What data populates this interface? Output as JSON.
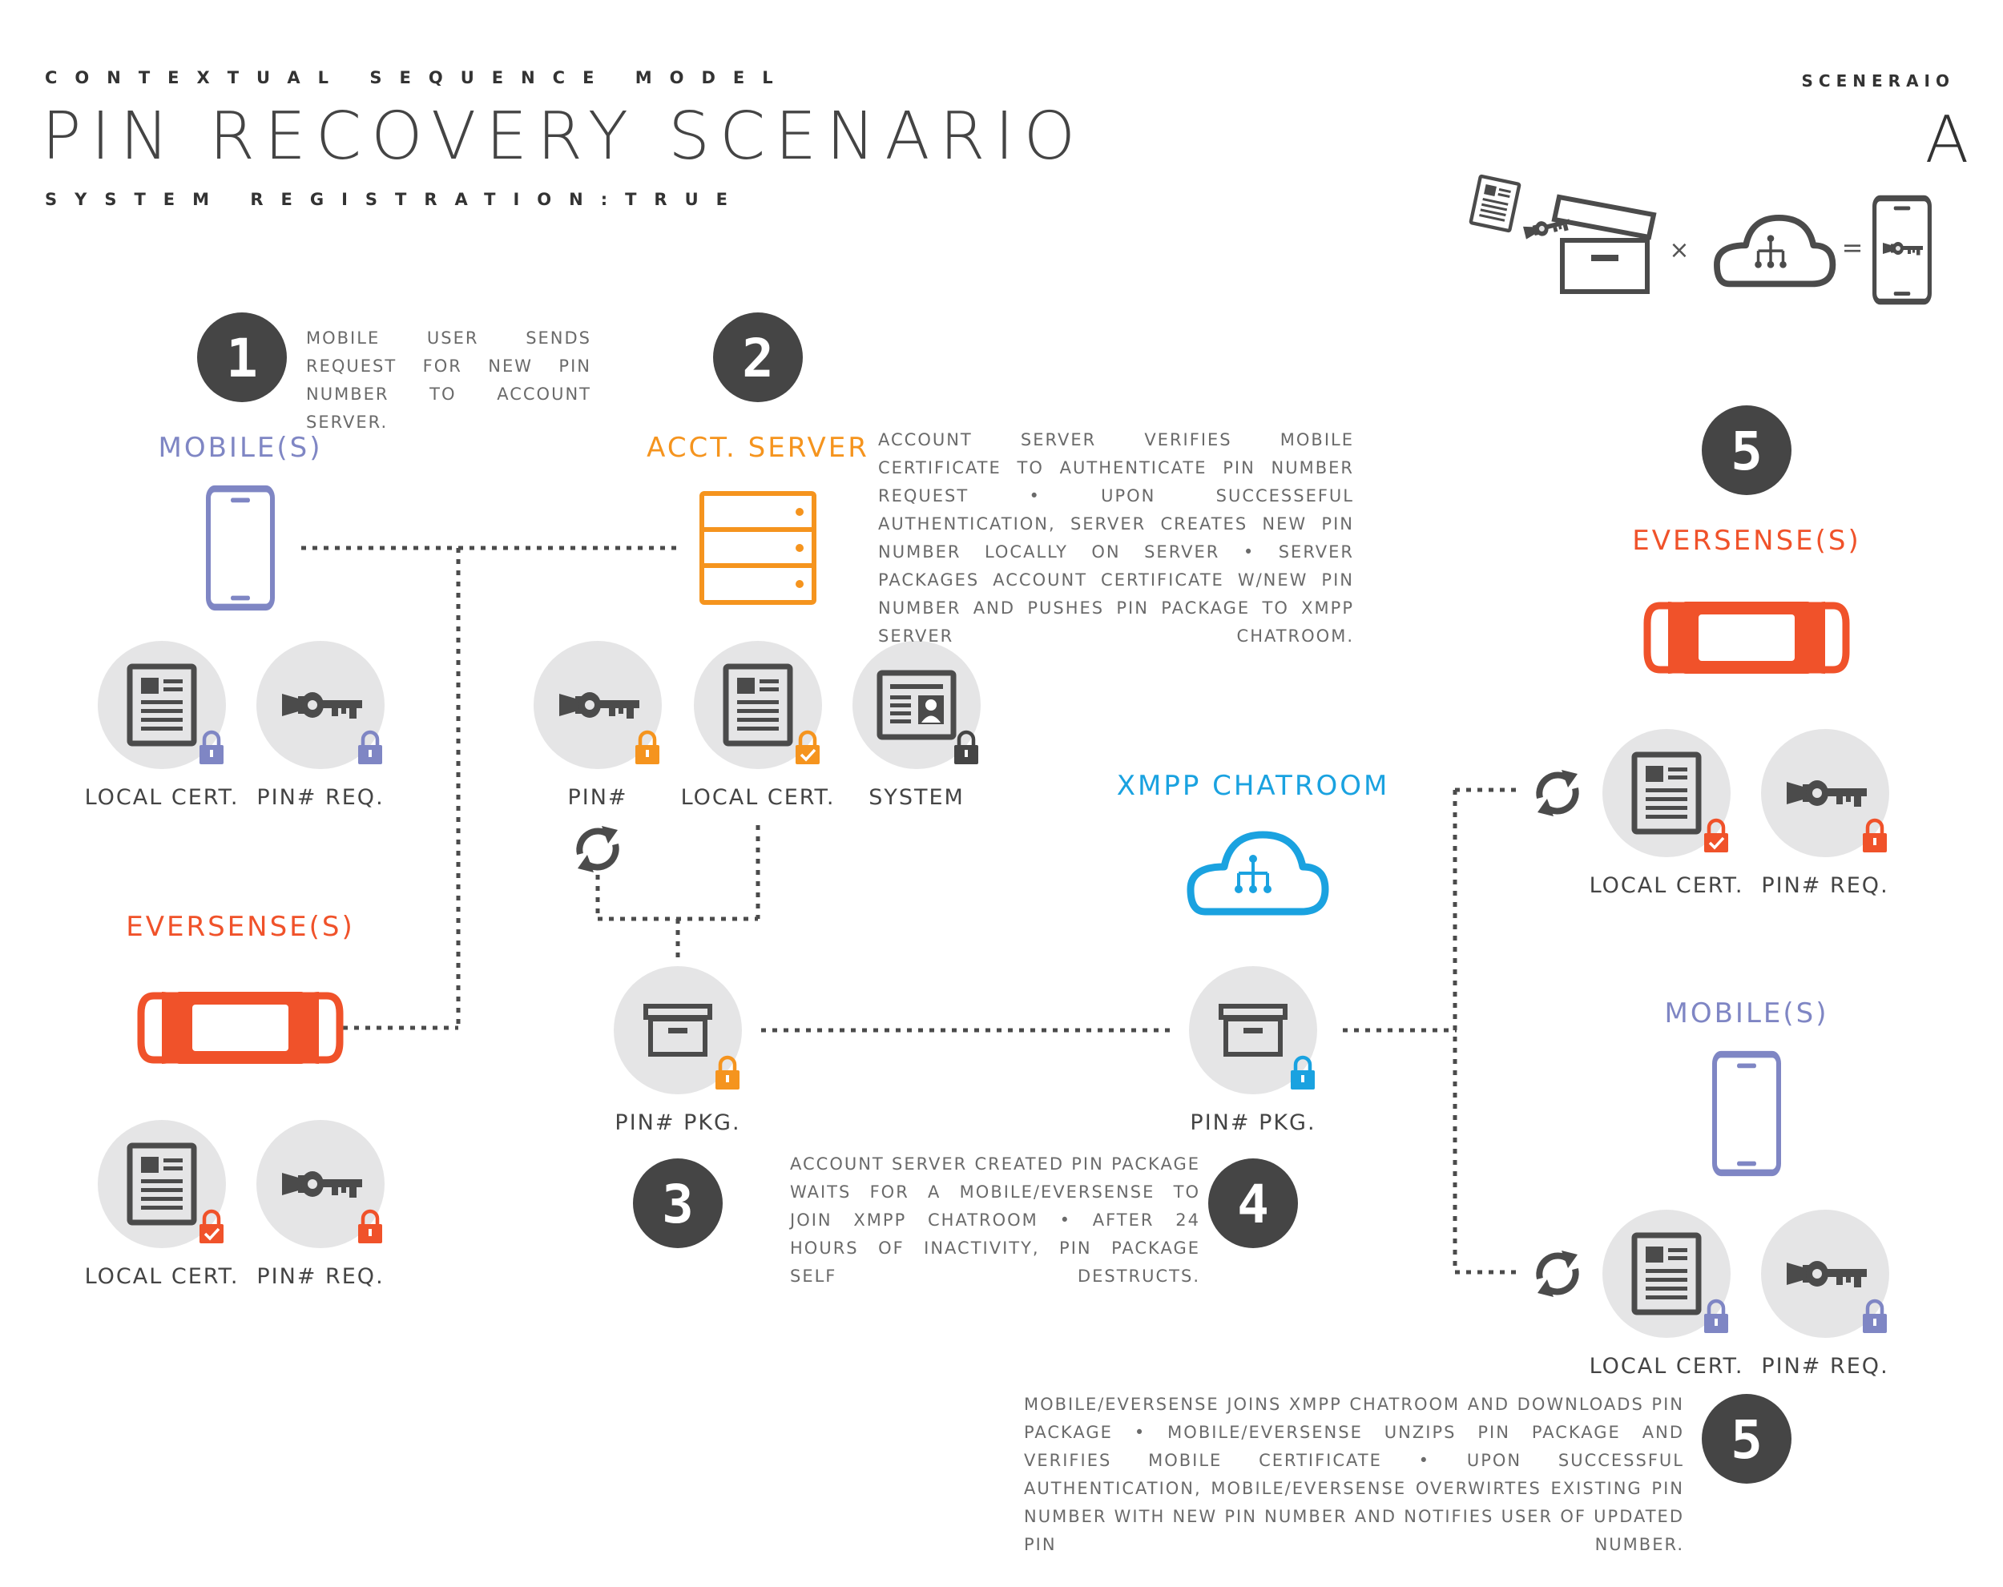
{
  "header": {
    "kicker": "CONTEXTUAL SEQUENCE MODEL",
    "title": "PIN RECOVERY SCENARIO",
    "subtitle": "SYSTEM REGISTRATION:TRUE",
    "scenario_label": "SCENERAIO",
    "scenario_letter": "A"
  },
  "equation": {
    "times": "×",
    "equals": "="
  },
  "colors": {
    "mobile": "#7f86c4",
    "server": "#f5941e",
    "eversense": "#f0522a",
    "cloud": "#1aa2e0",
    "icon_dark": "#4b4b4b",
    "circle_bg": "#e5e5e6",
    "badge": "#454545"
  },
  "steps": [
    {
      "number": "1",
      "text": "MOBILE USER SENDS REQUEST FOR NEW PIN NUMBER TO ACCOUNT SERVER."
    },
    {
      "number": "2",
      "text": "ACCOUNT SERVER VERIFIES MOBILE CERTIFICATE TO AUTHENTICATE PIN NUMBER REQUEST • UPON SUCCESSEFUL AUTHENTICATION, SERVER CREATES NEW PIN NUMBER LOCALLY ON SERVER • SERVER PACKAGES ACCOUNT CERTIFICATE W/NEW PIN NUMBER AND PUSHES PIN PACKAGE TO XMPP SERVER CHATROOM."
    },
    {
      "number": "3",
      "text": "ACCOUNT SERVER CREATED PIN PACKAGE WAITS FOR A MOBILE/EVERSENSE TO JOIN XMPP CHATROOM • AFTER 24 HOURS OF INACTIVITY, PIN PACKAGE SELF DESTRUCTS."
    },
    {
      "number": "4",
      "text": ""
    },
    {
      "number": "5",
      "text": ""
    },
    {
      "number": "5",
      "text": "MOBILE/EVERSENSE JOINS XMPP CHATROOM AND DOWNLOADS PIN PACKAGE • MOBILE/EVERSENSE UNZIPS PIN PACKAGE AND VERIFIES MOBILE CERTIFICATE • UPON SUCCESSFUL AUTHENTICATION, MOBILE/EVERSENSE OVERWIRTES EXISTING PIN NUMBER WITH NEW PIN NUMBER AND NOTIFIES USER OF UPDATED PIN NUMBER."
    }
  ],
  "nodes": {
    "mobile_left": {
      "title": "MOBILE(S)",
      "items": [
        {
          "label": "LOCAL CERT.",
          "icon": "certificate-icon",
          "lock": "lock-icon"
        },
        {
          "label": "PIN# REQ.",
          "icon": "key-icon",
          "lock": "lock-icon"
        }
      ]
    },
    "eversense_left": {
      "title": "EVERSENSE(S)",
      "items": [
        {
          "label": "LOCAL CERT.",
          "icon": "certificate-icon",
          "lock": "lock-check-icon"
        },
        {
          "label": "PIN# REQ.",
          "icon": "key-icon",
          "lock": "lock-icon"
        }
      ]
    },
    "server": {
      "title": "ACCT. SERVER",
      "items": [
        {
          "label": "PIN#",
          "icon": "key-icon",
          "lock": "lock-icon"
        },
        {
          "label": "LOCAL CERT.",
          "icon": "certificate-icon",
          "lock": "lock-check-icon"
        },
        {
          "label": "SYSTEM",
          "icon": "id-card-icon",
          "lock": "lock-icon"
        }
      ]
    },
    "pkg_server": {
      "label": "PIN# PKG.",
      "icon": "archive-box-icon"
    },
    "chatroom": {
      "title": "XMPP CHATROOM",
      "icon": "cloud-network-icon"
    },
    "pkg_chatroom": {
      "label": "PIN# PKG.",
      "icon": "archive-box-icon"
    },
    "eversense_right": {
      "title": "EVERSENSE(S)",
      "items": [
        {
          "label": "LOCAL CERT.",
          "icon": "certificate-icon",
          "lock": "lock-check-icon"
        },
        {
          "label": "PIN# REQ.",
          "icon": "key-icon",
          "lock": "lock-icon"
        }
      ]
    },
    "mobile_right": {
      "title": "MOBILE(S)",
      "items": [
        {
          "label": "LOCAL CERT.",
          "icon": "certificate-icon",
          "lock": "lock-icon"
        },
        {
          "label": "PIN# REQ.",
          "icon": "key-icon",
          "lock": "lock-icon"
        }
      ]
    }
  }
}
